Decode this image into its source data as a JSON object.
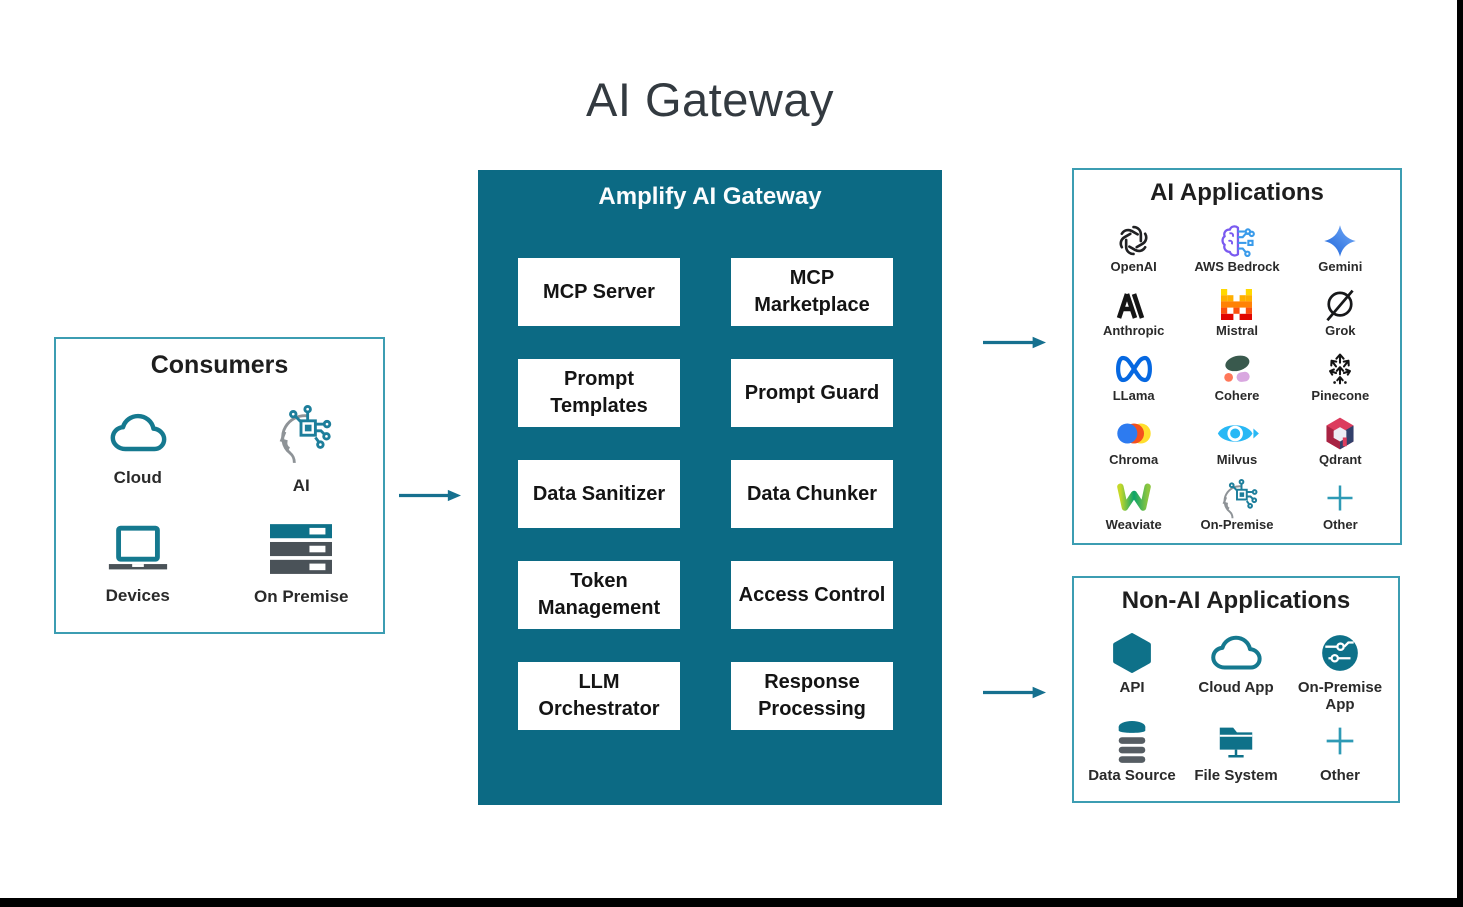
{
  "page": {
    "title": "AI Gateway"
  },
  "colors": {
    "gateway_fill": "#0C6A84",
    "panel_border": "#3C9DB2",
    "arrow": "#16708F",
    "icon_teal": "#0E7189",
    "icon_gray": "#4A5258",
    "title_text": "#333A40"
  },
  "consumers": {
    "title": "Consumers",
    "items": [
      {
        "label": "Cloud",
        "icon": "cloud-icon"
      },
      {
        "label": "AI",
        "icon": "ai-head-circuit-icon"
      },
      {
        "label": "Devices",
        "icon": "laptop-icon"
      },
      {
        "label": "On Premise",
        "icon": "server-stack-icon"
      }
    ]
  },
  "gateway": {
    "title": "Amplify AI Gateway",
    "modules": [
      "MCP Server",
      "MCP Marketplace",
      "Prompt Templates",
      "Prompt Guard",
      "Data Sanitizer",
      "Data Chunker",
      "Token Management",
      "Access Control",
      "LLM Orchestrator",
      "Response Processing"
    ]
  },
  "ai_applications": {
    "title": "AI Applications",
    "items": [
      {
        "label": "OpenAI",
        "icon": "openai-icon"
      },
      {
        "label": "AWS Bedrock",
        "icon": "aws-bedrock-icon"
      },
      {
        "label": "Gemini",
        "icon": "gemini-icon"
      },
      {
        "label": "Anthropic",
        "icon": "anthropic-icon"
      },
      {
        "label": "Mistral",
        "icon": "mistral-icon"
      },
      {
        "label": "Grok",
        "icon": "grok-icon"
      },
      {
        "label": "LLama",
        "icon": "meta-llama-icon"
      },
      {
        "label": "Cohere",
        "icon": "cohere-icon"
      },
      {
        "label": "Pinecone",
        "icon": "pinecone-icon"
      },
      {
        "label": "Chroma",
        "icon": "chroma-icon"
      },
      {
        "label": "Milvus",
        "icon": "milvus-icon"
      },
      {
        "label": "Qdrant",
        "icon": "qdrant-icon"
      },
      {
        "label": "Weaviate",
        "icon": "weaviate-icon"
      },
      {
        "label": "On-Premise",
        "icon": "ai-head-circuit-icon"
      },
      {
        "label": "Other",
        "icon": "plus-icon"
      }
    ]
  },
  "non_ai_applications": {
    "title": "Non-AI Applications",
    "items": [
      {
        "label": "API",
        "icon": "hexagon-icon"
      },
      {
        "label": "Cloud App",
        "icon": "cloud-icon"
      },
      {
        "label": "On-Premise App",
        "icon": "on-premise-circle-icon"
      },
      {
        "label": "Data Source",
        "icon": "database-icon"
      },
      {
        "label": "File System",
        "icon": "folder-icon"
      },
      {
        "label": "Other",
        "icon": "plus-icon"
      }
    ]
  }
}
